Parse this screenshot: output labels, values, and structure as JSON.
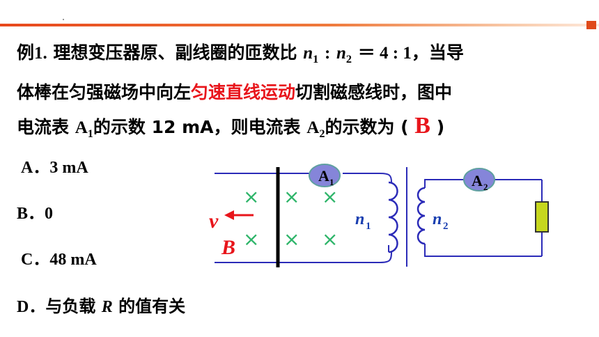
{
  "question": {
    "example_label": "例1.",
    "line1_text": "理想变压器原、副线圈的匝数比",
    "n1": "n",
    "n1_sub": "1",
    "colon": ":",
    "n2": "n",
    "n2_sub": "2",
    "ratio": "＝ 4 : 1",
    "line1_tail": "，当导",
    "line2_text": "体棒在匀强磁场中向左",
    "highlight": "匀速直线运动",
    "line2_tail": "切割磁感线时，图中",
    "line3_text": "电流表",
    "a1": "A",
    "a1_sub": "1",
    "line3_mid": "的示数 12 mA，则电流表",
    "a2": "A",
    "a2_sub": "2",
    "line3_tail": "的示数为 (",
    "answer": "B",
    "close_paren": ")"
  },
  "options": [
    {
      "label": "A．",
      "text": "3 mA"
    },
    {
      "label": "B．",
      "text": "0"
    },
    {
      "label": "C．",
      "text": "48 mA"
    },
    {
      "label": "D．",
      "text_pre": "与负载",
      "symbol": "R",
      "text_post": "的值有关"
    }
  ],
  "circuit": {
    "meter1": {
      "label": "A",
      "sub": "1"
    },
    "meter2": {
      "label": "A",
      "sub": "2"
    },
    "coil1": {
      "label": "n",
      "sub": "1"
    },
    "coil2": {
      "label": "n",
      "sub": "2"
    },
    "velocity": "v",
    "field": "B",
    "field_mark": "×",
    "colors": {
      "wire": "#2b2bb8",
      "meter_fill": "#8585d9",
      "meter_stroke": "#5fa0a0",
      "resistor": "#c6d71e",
      "red": "#e8151b",
      "accent": "#e8481c"
    }
  }
}
